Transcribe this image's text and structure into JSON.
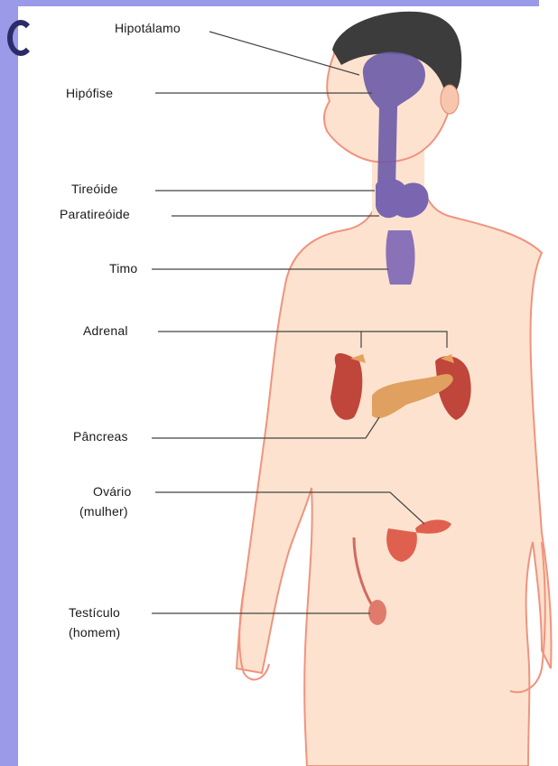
{
  "labels": {
    "hipotalamo": "Hipotálamo",
    "hipofise": "Hipófise",
    "tireoide": "Tireóide",
    "paratireoide": "Paratireóide",
    "timo": "Timo",
    "adrenal": "Adrenal",
    "pancreas": "Pâncreas",
    "ovario": "Ovário",
    "ovario_note": "(mulher)",
    "testiculo": "Testículo",
    "testiculo_note": "(homem)"
  },
  "colors": {
    "frame": "#9a9ae8",
    "skin": "#fbdcc6",
    "skin_edge": "#f19a86",
    "hair": "#3a3a3a",
    "gland": "#6b5aa8",
    "kidney": "#c0453a",
    "pancreas": "#e0a060",
    "ovary": "#e0604f"
  }
}
